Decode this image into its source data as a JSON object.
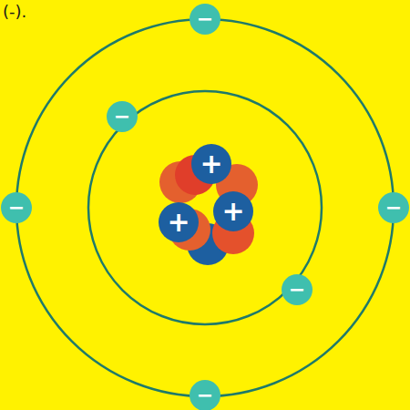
{
  "diagram": {
    "nodes": [
      {
        "text": [
          "−"
        ]
      },
      {
        "text": [
          "−"
        ]
      },
      {
        "text": [
          "+"
        ]
      },
      {
        "text": [
          "+"
        ]
      },
      {
        "text": [
          "+"
        ]
      },
      {
        "text": [
          "−"
        ]
      },
      {
        "text": [
          "−"
        ]
      },
      {
        "text": [
          "−"
        ]
      },
      {
        "text": [
          "−"
        ]
      }
    ],
    "labels": [
      "(-)."
    ]
  }
}
